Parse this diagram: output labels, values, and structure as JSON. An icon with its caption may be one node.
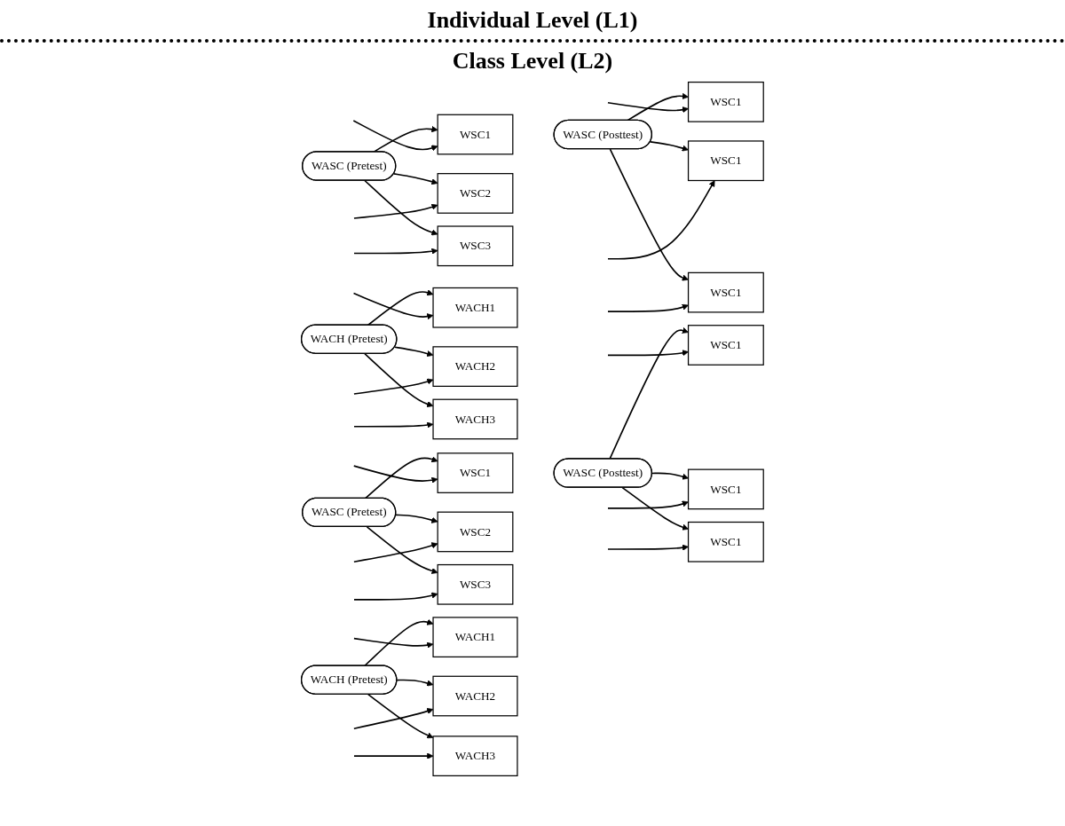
{
  "diagram": {
    "nodes": [
      {
        "text": [
          "WSC1"
        ]
      },
      {
        "text": [
          "WSC2"
        ]
      },
      {
        "text": [
          "WSC3"
        ]
      },
      {
        "text": [
          "WASC (Pretest)"
        ]
      },
      {
        "text": [
          "WASC (Posttest)"
        ]
      },
      {
        "text": [
          "WSC1"
        ]
      },
      {
        "text": [
          "WSC1"
        ]
      },
      {
        "text": [
          "WSC1"
        ]
      },
      {
        "text": [
          "WACH1"
        ]
      },
      {
        "text": [
          "WACH2"
        ]
      },
      {
        "text": [
          "WACH3"
        ]
      },
      {
        "text": [
          "WACH (Pretest)"
        ]
      },
      {
        "text": [
          "WSC1"
        ]
      },
      {
        "text": [
          "WSC2"
        ]
      },
      {
        "text": [
          "WSC3"
        ]
      },
      {
        "text": [
          "WASC (Pretest)"
        ]
      },
      {
        "text": [
          "WASC (Posttest)"
        ]
      },
      {
        "text": [
          "WSC1"
        ]
      },
      {
        "text": [
          "WSC1"
        ]
      },
      {
        "text": [
          "WSC1"
        ]
      },
      {
        "text": [
          "WACH1"
        ]
      },
      {
        "text": [
          "WACH2"
        ]
      },
      {
        "text": [
          "WACH3"
        ]
      },
      {
        "text": [
          "WACH (Pretest)"
        ]
      }
    ],
    "edges": [
      {
        "from": 3,
        "to": 0,
        "arrow": "to"
      },
      {
        "from": 3,
        "to": 1,
        "arrow": "to"
      },
      {
        "from": 3,
        "to": 2,
        "arrow": "to"
      },
      {
        "from": 4,
        "to": 5,
        "arrow": "to"
      },
      {
        "from": 4,
        "to": 6,
        "arrow": "to"
      },
      {
        "from": 4,
        "to": 7,
        "arrow": "to"
      },
      {
        "from": 11,
        "to": 8,
        "arrow": "to"
      },
      {
        "from": 11,
        "to": 9,
        "arrow": "to"
      },
      {
        "from": 11,
        "to": 10,
        "arrow": "to"
      },
      {
        "from": null,
        "to": 0,
        "arrow": "to"
      },
      {
        "from": null,
        "to": 1,
        "arrow": "to"
      },
      {
        "from": null,
        "to": 2,
        "arrow": "to"
      },
      {
        "from": null,
        "to": 5,
        "arrow": "to"
      },
      {
        "from": null,
        "to": 6,
        "arrow": "to"
      },
      {
        "from": null,
        "to": 7,
        "arrow": "to"
      },
      {
        "from": null,
        "to": 8,
        "arrow": "to"
      },
      {
        "from": null,
        "to": 9,
        "arrow": "to"
      },
      {
        "from": null,
        "to": 10,
        "arrow": "to"
      },
      {
        "from": 15,
        "to": 12,
        "arrow": "to"
      },
      {
        "from": 15,
        "to": 13,
        "arrow": "to"
      },
      {
        "from": 15,
        "to": 14,
        "arrow": "to"
      },
      {
        "from": 16,
        "to": 17,
        "arrow": "to"
      },
      {
        "from": 16,
        "to": 18,
        "arrow": "to"
      },
      {
        "from": 16,
        "to": 19,
        "arrow": "to"
      },
      {
        "from": 23,
        "to": 20,
        "arrow": "to"
      },
      {
        "from": 23,
        "to": 21,
        "arrow": "to"
      },
      {
        "from": 23,
        "to": 22,
        "arrow": "to"
      },
      {
        "from": null,
        "to": 12,
        "arrow": "to"
      },
      {
        "from": null,
        "to": 13,
        "arrow": "to"
      },
      {
        "from": null,
        "to": 14,
        "arrow": "to"
      },
      {
        "from": null,
        "to": 17,
        "arrow": "to"
      },
      {
        "from": null,
        "to": 18,
        "arrow": "to"
      },
      {
        "from": null,
        "to": 19,
        "arrow": "to"
      },
      {
        "from": null,
        "to": 20,
        "arrow": "to"
      },
      {
        "from": null,
        "to": 21,
        "arrow": "to"
      },
      {
        "from": null,
        "to": 22,
        "arrow": "to"
      }
    ],
    "labels": [
      "Individual Level (L1)",
      "Class Level (L2)"
    ]
  }
}
